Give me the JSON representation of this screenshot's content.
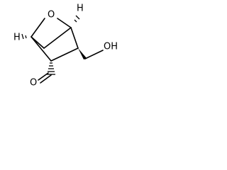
{
  "structure": {
    "atoms": {
      "ring_oxygen": "O",
      "hydroxyl": "OH",
      "carbonyl_oxygen": "O",
      "hydrogen_top": "H",
      "hydrogen_left": "H"
    }
  }
}
